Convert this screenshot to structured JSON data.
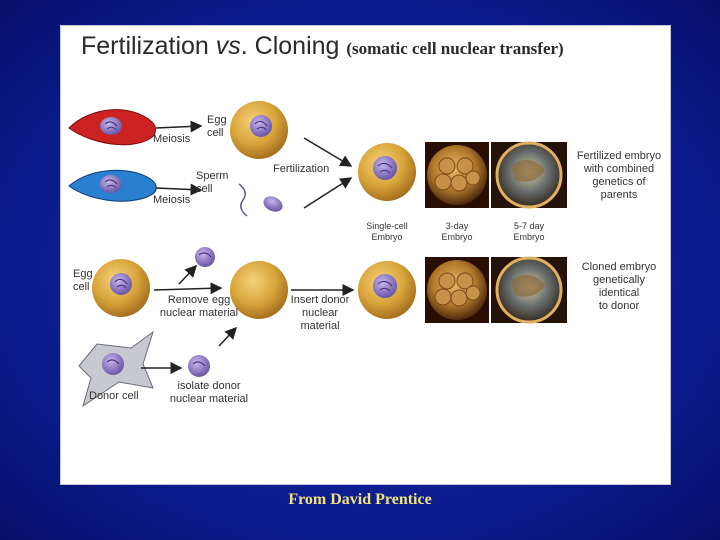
{
  "title": {
    "part1": "Fertilization ",
    "vs": "vs",
    "part2": ". Cloning ",
    "subtitle": "(somatic cell nuclear transfer)"
  },
  "fertilization": {
    "meiosis_top": "Meiosis",
    "egg_cell": [
      "Egg",
      "cell"
    ],
    "meiosis_bottom": "Meiosis",
    "sperm_cell": [
      "Sperm",
      "cell"
    ],
    "fertilization_label": "Fertilization",
    "result": [
      "Fertilized embryo",
      "with combined",
      "genetics of",
      "parents"
    ]
  },
  "stages": {
    "single_cell": [
      "Single-cell",
      "Embryo"
    ],
    "three_day": [
      "3-day",
      "Embryo"
    ],
    "five_seven_day": [
      "5-7 day",
      "Embryo"
    ]
  },
  "cloning": {
    "egg_cell": [
      "Egg",
      "cell"
    ],
    "remove_egg": [
      "Remove egg",
      "nuclear material"
    ],
    "insert_donor": [
      "Insert donor",
      "nuclear",
      "material"
    ],
    "donor_cell": "Donor cell",
    "isolate_donor": [
      "isolate donor",
      "nuclear material"
    ],
    "result": [
      "Cloned embryo",
      "genetically",
      "identical",
      "to donor"
    ]
  },
  "footer": "From David Prentice",
  "colors": {
    "background": "#0b1a8a",
    "footer_text": "#f2e27a",
    "egg": "#d8a43a",
    "nucleus": "#8e7ac8",
    "red_cell": "#cc2222",
    "blue_cell": "#2a7fd0",
    "embryo": "#b0782a"
  }
}
